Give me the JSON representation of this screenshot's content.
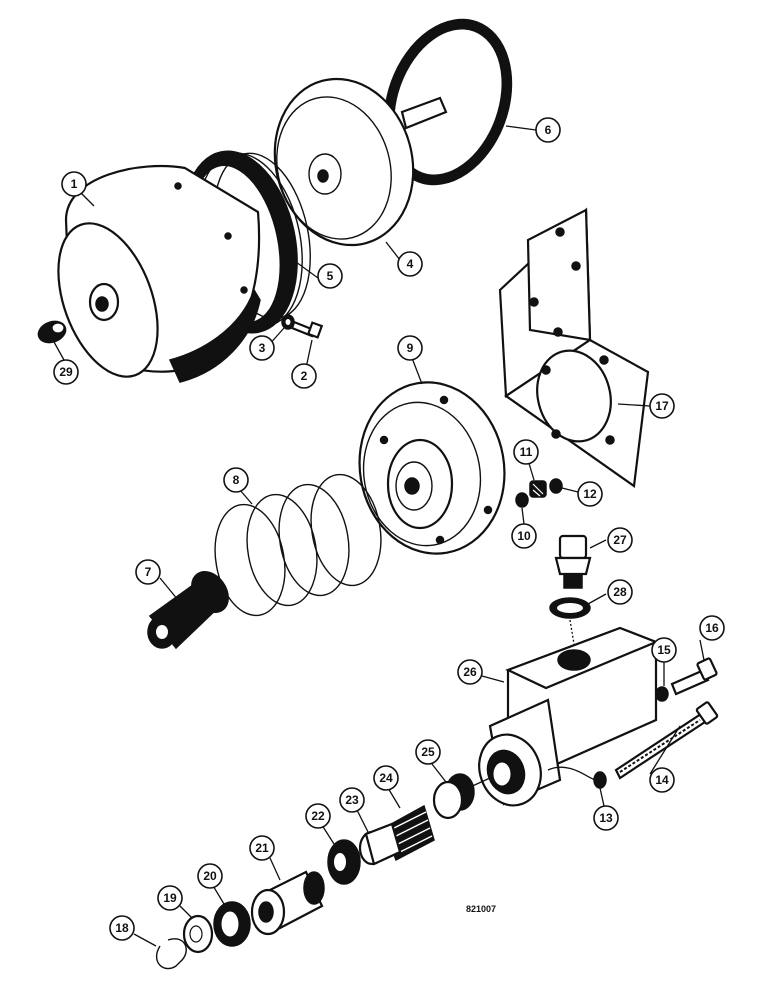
{
  "drawing_ref": "821007",
  "callouts": {
    "c1": "1",
    "c2": "2",
    "c3": "3",
    "c4": "4",
    "c5": "5",
    "c6": "6",
    "c7": "7",
    "c8": "8",
    "c9": "9",
    "c10": "10",
    "c11": "11",
    "c12": "12",
    "c13": "13",
    "c14": "14",
    "c15": "15",
    "c16": "16",
    "c17": "17",
    "c18": "18",
    "c19": "19",
    "c20": "20",
    "c21": "21",
    "c22": "22",
    "c23": "23",
    "c24": "24",
    "c25": "25",
    "c26": "26",
    "c27": "27",
    "c28": "28",
    "c29": "29"
  }
}
